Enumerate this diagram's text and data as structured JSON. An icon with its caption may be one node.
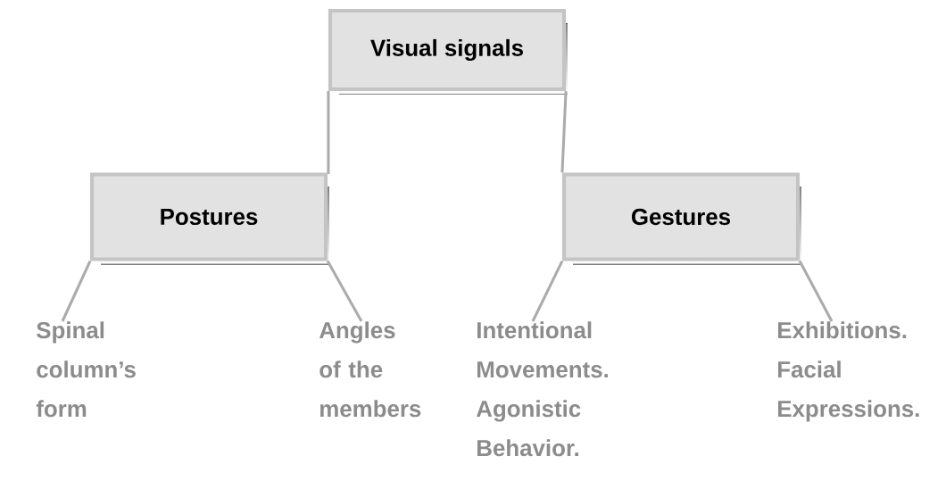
{
  "diagram": {
    "nodes": [
      {
        "text": [
          "Visual signals"
        ]
      },
      {
        "text": [
          "Postures"
        ]
      },
      {
        "text": [
          "Gestures"
        ]
      },
      {
        "text": [
          "Spinal column’s form"
        ]
      },
      {
        "text": [
          "Angles of the members"
        ]
      },
      {
        "text": [
          "Intentional Movements.",
          "Agonistic Behavior."
        ]
      },
      {
        "text": [
          "Exhibitions.",
          "Facial Expressions."
        ]
      }
    ],
    "edges": [
      {
        "from": 0,
        "to": 1,
        "arrow": "none"
      },
      {
        "from": 0,
        "to": 2,
        "arrow": "none"
      },
      {
        "from": 1,
        "to": 3,
        "arrow": "none"
      },
      {
        "from": 1,
        "to": 4,
        "arrow": "none"
      },
      {
        "from": 2,
        "to": 5,
        "arrow": "none"
      },
      {
        "from": 2,
        "to": 6,
        "arrow": "none"
      }
    ]
  }
}
